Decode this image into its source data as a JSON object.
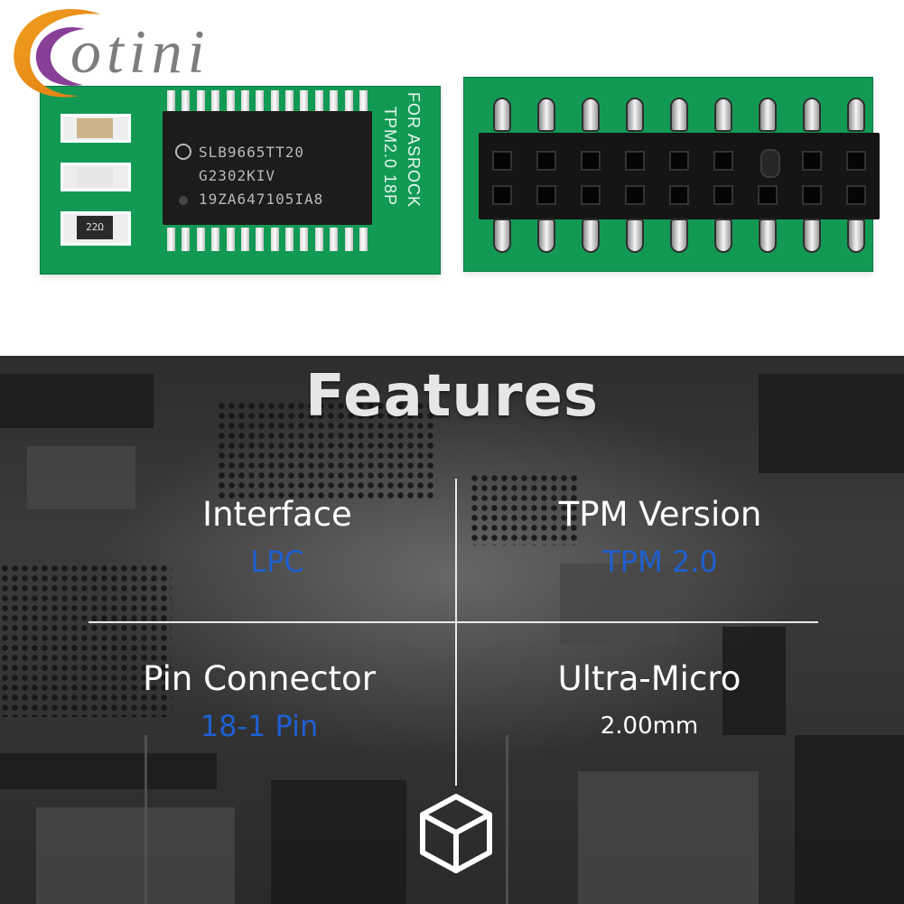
{
  "brand": {
    "logo_text": "otini"
  },
  "product": {
    "chip_lines": [
      "SLB9665TT20",
      "G2302KIV",
      "19ZA647105IA8"
    ],
    "silkscreen": {
      "line1": "FOR ASROCK",
      "line2": "TPM2.0 18P"
    },
    "resistor_label": "22Ω"
  },
  "features": {
    "title": "Features",
    "cells": [
      {
        "label": "Interface",
        "value": "LPC"
      },
      {
        "label": "TPM Version",
        "value": "TPM 2.0"
      },
      {
        "label": "Pin Connector",
        "value": "18-1 Pin"
      },
      {
        "label": "Ultra-Micro",
        "value": "2.00mm"
      }
    ]
  },
  "colors": {
    "pcb_green": "#129a55",
    "value_blue": "#1f5fd0",
    "logo_orange": "#f0a020",
    "logo_purple": "#7a2a8c",
    "banner_dark": "#2d2d2d"
  },
  "icons": {
    "cube": "cube-outline-icon",
    "logo": "brand-logo-swirl"
  }
}
